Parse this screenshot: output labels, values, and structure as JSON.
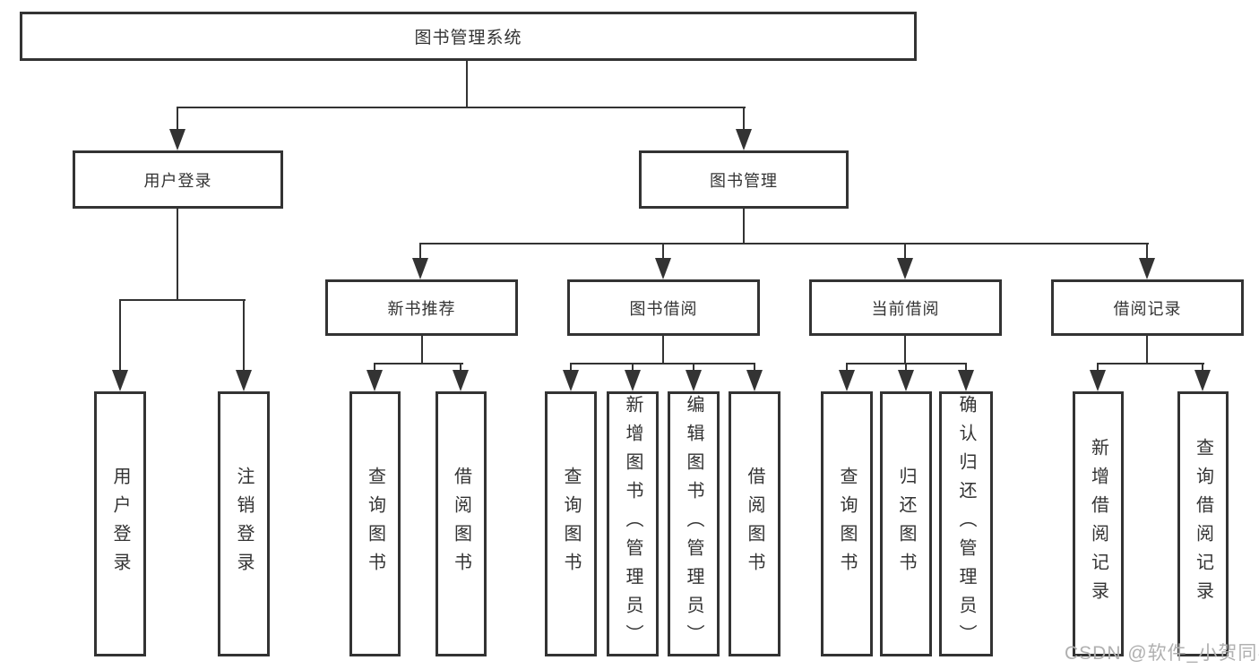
{
  "diagram": {
    "type": "hierarchy-tree",
    "title": "图书管理系统",
    "structure": {
      "图书管理系统": {
        "用户登录": [
          "用户登录",
          "注销登录"
        ],
        "图书管理": {
          "新书推荐": [
            "查询图书",
            "借阅图书"
          ],
          "图书借阅": [
            "查询图书",
            "新增图书（管理员）",
            "编辑图书（管理员）",
            "借阅图书"
          ],
          "当前借阅": [
            "查询图书",
            "归还图书",
            "确认归还（管理员）"
          ],
          "借阅记录": [
            "新增借阅记录",
            "查询借阅记录"
          ]
        }
      }
    }
  },
  "nodes": {
    "root": "图书管理系统",
    "user_login_branch": "用户登录",
    "book_mgmt_branch": "图书管理",
    "new_book_rec": "新书推荐",
    "book_borrow": "图书借阅",
    "current_borrow": "当前借阅",
    "borrow_records": "借阅记录",
    "leaf_user_login": "用户登录",
    "leaf_logout": "注销登录",
    "leaf_nbr_query": "查询图书",
    "leaf_nbr_borrow": "借阅图书",
    "leaf_bb_query": "查询图书",
    "leaf_bb_add": "新增图书（管理员）",
    "leaf_bb_edit": "编辑图书（管理员）",
    "leaf_bb_borrow": "借阅图书",
    "leaf_cb_query": "查询图书",
    "leaf_cb_return": "归还图书",
    "leaf_cb_confirm": "确认归还（管理员）",
    "leaf_br_add": "新增借阅记录",
    "leaf_br_query": "查询借阅记录"
  },
  "watermark": "CSDN @软件_小贺同学",
  "colors": {
    "line": "#333333",
    "text": "#333333",
    "watermark": "#b0b0b0",
    "background": "#ffffff"
  }
}
